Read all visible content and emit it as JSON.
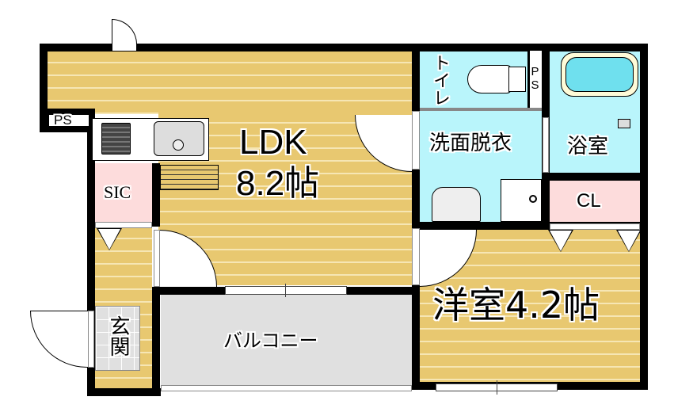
{
  "floor_plan": {
    "rooms": {
      "ldk": {
        "name": "LDK",
        "size": "8.2帖"
      },
      "western_room": {
        "label": "洋室4.2帖"
      },
      "toilet": {
        "label": "トイレ"
      },
      "washroom": {
        "label": "洗面脱衣"
      },
      "bathroom": {
        "label": "浴室"
      },
      "closet": {
        "label": "CL"
      },
      "sic": {
        "label": "SIC"
      },
      "entrance": {
        "label": "玄関"
      },
      "balcony": {
        "label": "バルコニー"
      }
    },
    "ps_labels": {
      "left": "PS",
      "toilet": "PS"
    },
    "colors": {
      "wood_floor": "#e8c870",
      "wet_area": "#b9f5fb",
      "storage": "#fddcdc",
      "balcony": "#e0e0e0",
      "wall": "#000000"
    }
  }
}
